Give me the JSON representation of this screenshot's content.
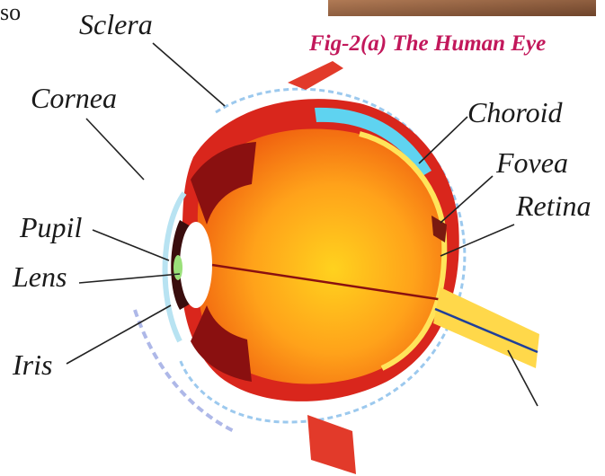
{
  "page_fragment_text": "so",
  "caption": "Fig-2(a) The Human Eye",
  "labels": {
    "sclera": "Sclera",
    "cornea": "Cornea",
    "choroid": "Choroid",
    "fovea": "Fovea",
    "retina": "Retina",
    "pupil": "Pupil",
    "lens": "Lens",
    "iris": "Iris"
  },
  "colors": {
    "caption": "#c2185b",
    "photo": "#8a5a3c",
    "sclera_red": "#d9261c",
    "vitreous_orange": "#f07a12",
    "vitreous_yellow": "#ffd21e",
    "choroid_blue": "#5fd3f0",
    "optic_nerve": "#ffd84a"
  },
  "icons": [
    "eye-diagram"
  ]
}
